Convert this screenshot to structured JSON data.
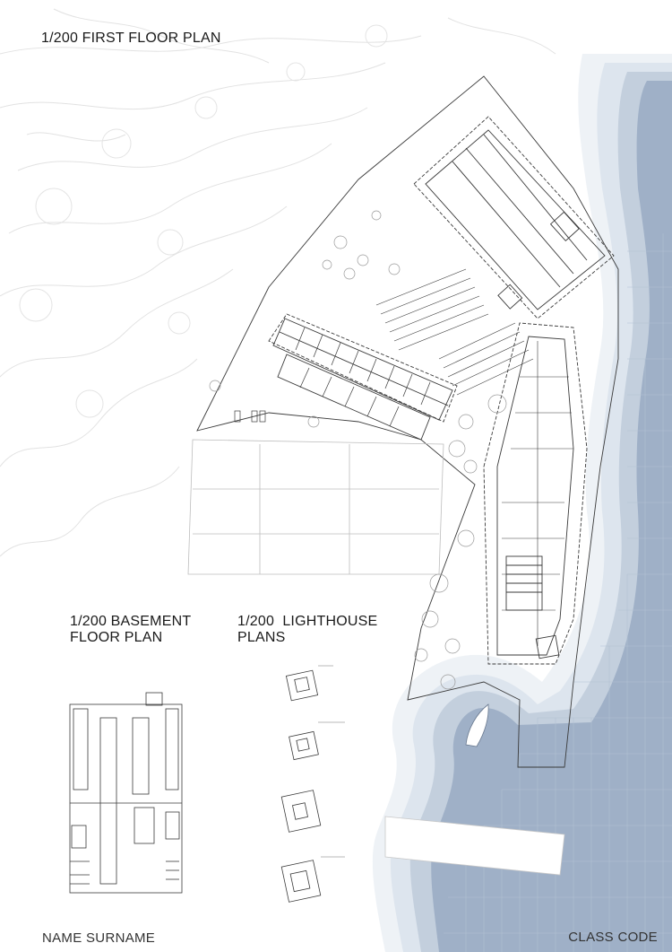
{
  "titles": {
    "first_floor": "1/200 FIRST FLOOR PLAN",
    "basement_line1": "1/200 BASEMENT",
    "basement_line2": "FLOOR PLAN",
    "lighthouse_line1": "1/200  LIGHTHOUSE",
    "lighthouse_line2": "PLANS"
  },
  "footer": {
    "name": "NAME SURNAME",
    "class_code": "CLASS CODE"
  },
  "colors": {
    "sea_deep": "#9fb0c7",
    "sea_mid": "#c3cfdd",
    "sea_light": "#dde5ee",
    "sea_pale": "#eef2f6",
    "linework": "#3a3a3a",
    "faint_linework": "#d9d9d9"
  }
}
